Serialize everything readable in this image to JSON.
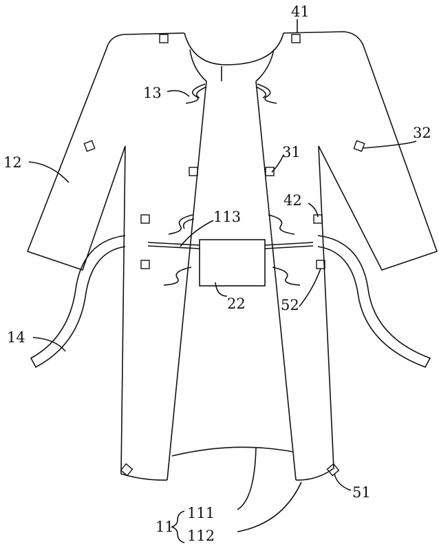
{
  "labels": {
    "l41": "41",
    "l13": "13",
    "l32": "32",
    "l12": "12",
    "l31": "31",
    "l42": "42",
    "l113": "113",
    "l22": "22",
    "l52": "52",
    "l14": "14",
    "l51": "51",
    "l11": "11",
    "l111": "111",
    "l112": "112"
  },
  "colors": {
    "line": "#111111",
    "background": "#ffffff"
  }
}
